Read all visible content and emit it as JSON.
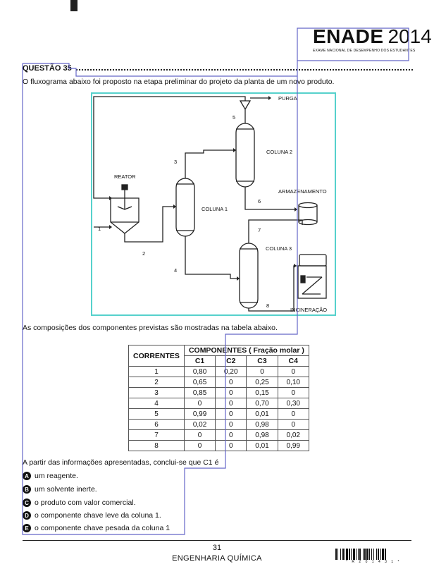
{
  "header": {
    "title": "ENADE",
    "year": "2014",
    "subtitle": "EXAME NACIONAL DE DESEMPENHO DOS ESTUDANTES"
  },
  "question": {
    "label": "QUESTÃO 35",
    "intro": "O fluxograma abaixo foi proposto na etapa preliminar do projeto da planta de um novo produto.",
    "table_intro": "As composições dos componentes previstas são mostradas na tabela abaixo.",
    "conclusion": "A partir das informações apresentadas, conclui-se que C1 é"
  },
  "diagram": {
    "labels": {
      "purga": "PURGA",
      "reator": "REATOR",
      "coluna1": "COLUNA 1",
      "coluna2": "COLUNA 2",
      "coluna3": "COLUNA 3",
      "armazenamento": "ARMAZENAMENTO",
      "incineracao": "INCINERAÇÃO"
    },
    "streams": {
      "s1": "1",
      "s2": "2",
      "s3": "3",
      "s4": "4",
      "s5": "5",
      "s6": "6",
      "s7": "7",
      "s8": "8"
    }
  },
  "table": {
    "header_correntes": "CORRENTES",
    "header_componentes": "COMPONENTES ( Fração molar )",
    "columns": [
      "C1",
      "C2",
      "C3",
      "C4"
    ],
    "rows": [
      [
        "1",
        "0,80",
        "0,20",
        "0",
        "0"
      ],
      [
        "2",
        "0,65",
        "0",
        "0,25",
        "0,10"
      ],
      [
        "3",
        "0,85",
        "0",
        "0,15",
        "0"
      ],
      [
        "4",
        "0",
        "0",
        "0,70",
        "0,30"
      ],
      [
        "5",
        "0,99",
        "0",
        "0,01",
        "0"
      ],
      [
        "6",
        "0,02",
        "0",
        "0,98",
        "0"
      ],
      [
        "7",
        "0",
        "0",
        "0,98",
        "0,02"
      ],
      [
        "8",
        "0",
        "0",
        "0,01",
        "0,99"
      ]
    ]
  },
  "options": [
    {
      "letter": "A",
      "text": "um reagente."
    },
    {
      "letter": "B",
      "text": "um solvente inerte."
    },
    {
      "letter": "C",
      "text": "o produto com valor comercial."
    },
    {
      "letter": "D",
      "text": "o componente chave leve da coluna 1."
    },
    {
      "letter": "E",
      "text": "o componente chave pesada da coluna 1"
    }
  ],
  "footer": {
    "page": "31",
    "course": "ENGENHARIA QUÍMICA",
    "barcode_digits": "* R 2 0 1 4 3 1 *"
  }
}
